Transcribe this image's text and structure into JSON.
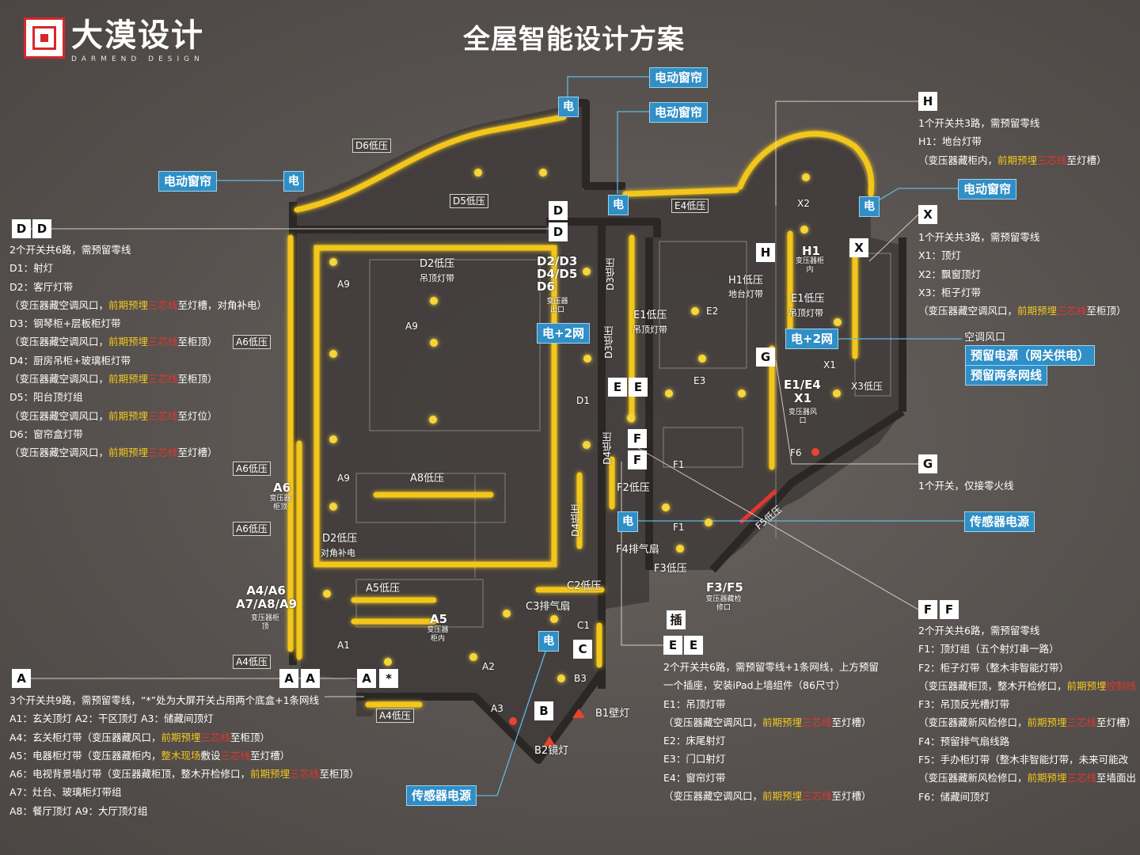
{
  "header": {
    "logo_name": "大漠设计",
    "logo_sub": "DARMEND DESIGN",
    "title": "全屋智能设计方案"
  },
  "colors": {
    "background": "#55504d",
    "light_strip": "#f3c61f",
    "callout_blue": "#2f8fc6",
    "logo_red": "#d8262b"
  },
  "callouts": {
    "curtain_1": "电动窗帘",
    "curtain_2": "电动窗帘",
    "curtain_3": "电动窗帘",
    "curtain_4": "电动窗帘",
    "power": "电",
    "power_net_1": "电+2网",
    "power_net_2": "电+2网",
    "sensor_power_1": "传感器电源",
    "sensor_power_2": "传感器电源",
    "socket": "插",
    "ac_vent": "空调风口",
    "reserve_power": "预留电源（网关供电）",
    "reserve_net": "预留两条网线"
  },
  "plan_labels": {
    "d6": "D6低压",
    "d5": "D5低压",
    "d2": "D2低压",
    "d2_sub": "吊顶灯带",
    "d2d4d5d6": "D2/D3 D4/D5 D6",
    "transformer_outlet": "变压器出口",
    "d3a": "D3低压",
    "d3b": "D3低压",
    "e4": "E4低压",
    "x2": "X2",
    "h1": "H1",
    "h1_sub": "变压器柜内",
    "h1_low": "H1低压",
    "h1_low_sub": "地台灯带",
    "e1": "E1低压",
    "e1_sub": "吊顶灯带",
    "e2": "E2",
    "e1b": "E1低压",
    "e1b_sub": "吊顶灯带",
    "e3": "E3",
    "x1": "X1",
    "x3": "X3低压",
    "e1e4": "E1/E4",
    "e1e4_x1": "X1",
    "e1e4_sub": "变压器风口",
    "f6": "F6",
    "f1a": "F1",
    "f1b": "F1",
    "f2": "F2低压",
    "f4": "F4排气扇",
    "f3": "F3低压",
    "f5": "F5低压",
    "f3f5": "F3/F5",
    "f3f5_sub": "变压器藏检修口",
    "d1": "D1",
    "d4": "D4低压",
    "d4b": "D4低压",
    "a9a": "A9",
    "a9b": "A9",
    "a9c": "A9",
    "a8": "A8低压",
    "d2b": "D2低压",
    "d2b_sub": "对角补电",
    "a6a": "A6低压",
    "a6b": "A6低压",
    "a6c": "A6低压",
    "a6": "A6",
    "a6_sub": "变压器柜顶",
    "a4a9": "A4/A6 A7/A8/A9",
    "a4a9_sub": "变压器柜顶",
    "a4a": "A4低压",
    "a4b": "A4低压",
    "a5low": "A5低压",
    "a5": "A5",
    "a5_sub": "变压器柜内",
    "a1": "A1",
    "a2": "A2",
    "a3": "A3",
    "c2": "C2低压",
    "c3": "C3排气扇",
    "c1": "C1",
    "b3": "B3",
    "b1": "B1壁灯",
    "b2": "B2镜灯"
  },
  "markers": {
    "H": "H",
    "X": "X",
    "G": "G",
    "D": "D",
    "E": "E",
    "F": "F",
    "A": "A",
    "B": "B",
    "C": "C",
    "star": "*"
  },
  "legend_d": {
    "lines": [
      "2个开关共6路，需预留零线",
      "D1：射灯",
      "D2：客厅灯带",
      "（变压器藏空调风口，前期预埋三芯线至灯槽，对角补电）",
      "D3：钢琴柜+层板柜灯带",
      "（变压器藏空调风口，前期预埋三芯线至柜顶）",
      "D4：厨房吊柜+玻璃柜灯带",
      "（变压器藏空调风口，前期预埋三芯线至柜顶）",
      "D5：阳台顶灯组",
      "（变压器藏空调风口，前期预埋三芯线至灯位）",
      "D6：窗帘盒灯带",
      "（变压器藏空调风口，前期预埋三芯线至灯槽）"
    ]
  },
  "legend_a": {
    "lines": [
      "3个开关共9路，需预留零线，“*”处为大屏开关占用两个底盒+1条网线",
      "A1：玄关顶灯      A2：干区顶灯      A3：储藏间顶灯",
      "A4：玄关柜灯带（变压器藏风口，前期预埋三芯线至柜顶）",
      "A5：电器柜灯带（变压器藏柜内，整木现场敷设三芯线至灯槽）",
      "A6：电视背景墙灯带（变压器藏柜顶，整木开检修口，前期预埋三芯线至柜顶）",
      "A7：灶台、玻璃柜灯带组",
      "A8：餐厅顶灯      A9：大厅顶灯组"
    ]
  },
  "legend_e": {
    "lines": [
      "2个开关共6路，需预留零线+1条网线，上方预留",
      "一个插座，安装iPad上墙组件（86尺寸）",
      "E1：吊顶灯带",
      "（变压器藏空调风口，前期预埋三芯线至灯槽）",
      "E2：床尾射灯",
      "E3：门口射灯",
      "E4：窗帘灯带",
      "（变压器藏空调风口，前期预埋三芯线至灯槽）"
    ]
  },
  "legend_h": {
    "lines": [
      "1个开关共3路，需预留零线",
      "H1：地台灯带",
      "（变压器藏柜内，前期预埋三芯线至灯槽）"
    ]
  },
  "legend_x": {
    "lines": [
      "1个开关共3路，需预留零线",
      "X1：顶灯",
      "X2：飘窗顶灯",
      "X3：柜子灯带",
      "（变压器藏空调风口，前期预埋三芯线至柜顶）"
    ]
  },
  "legend_g": {
    "lines": [
      "1个开关，仅接零火线"
    ]
  },
  "legend_f": {
    "lines": [
      "2个开关共6路，需预留零线",
      "F1：顶灯组（五个射灯串一路）",
      "F2：柜子灯带（整木非智能灯带）",
      "（变压器藏柜顶，整木开检修口，前期预埋控制线",
      "F3：吊顶反光槽灯带",
      "（变压器藏新风检修口，前期预埋三芯线至灯槽）",
      "F4：预留排气扇线路",
      "F5：手办柜灯带（整木非智能灯带，未来可能改",
      "（变压器藏新风检修口，前期预埋三芯线至墙面出",
      "F6：储藏间顶灯"
    ]
  }
}
